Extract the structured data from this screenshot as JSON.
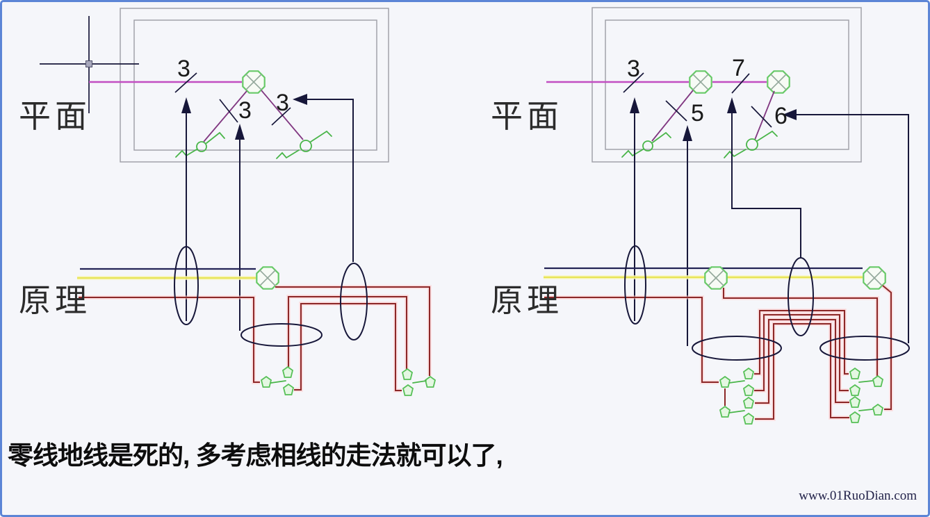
{
  "colors": {
    "frame_border": "#5c85d6",
    "neutral_wire_blue": "#232355",
    "ground_wire_yellow": "#e8e455",
    "live_wire_red": "#8c2828",
    "plan_feed_magenta": "#c24ec2",
    "switch_leg_purple": "#813781",
    "fixture_green": "#67c967",
    "pointer_black": "#17173a"
  },
  "left_figure": {
    "plan_label": "平面",
    "principle_label": "原理",
    "wire_counts": [
      {
        "value": "3"
      },
      {
        "value": "3"
      },
      {
        "value": "3"
      }
    ]
  },
  "right_figure": {
    "plan_label": "平面",
    "principle_label": "原理",
    "wire_counts": [
      {
        "value": "3"
      },
      {
        "value": "5"
      },
      {
        "value": "7"
      },
      {
        "value": "6"
      }
    ]
  },
  "caption": "零线地线是死的, 多考虑相线的走法就可以了,",
  "watermark": "www.01RuoDian.com"
}
